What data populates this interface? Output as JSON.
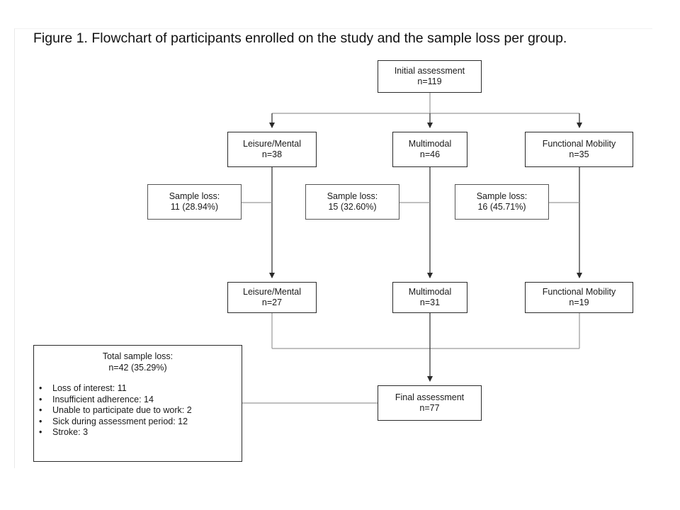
{
  "title": "Figure 1. Flowchart of participants enrolled on the study and the sample loss per group.",
  "initial": {
    "label": "Initial assessment",
    "n": "n=119"
  },
  "groups_initial": [
    {
      "label": "Leisure/Mental",
      "n": "n=38"
    },
    {
      "label": "Multimodal",
      "n": "n=46"
    },
    {
      "label": "Functional Mobility",
      "n": "n=35"
    }
  ],
  "sample_loss": [
    {
      "label": "Sample loss:",
      "value": "11 (28.94%)"
    },
    {
      "label": "Sample loss:",
      "value": "15 (32.60%)"
    },
    {
      "label": "Sample loss:",
      "value": "16 (45.71%)"
    }
  ],
  "groups_final": [
    {
      "label": "Leisure/Mental",
      "n": "n=27"
    },
    {
      "label": "Multimodal",
      "n": "n=31"
    },
    {
      "label": "Functional Mobility",
      "n": "n=19"
    }
  ],
  "final": {
    "label": "Final assessment",
    "n": "n=77"
  },
  "total_loss": {
    "heading": "Total sample loss:",
    "n": "n=42 (35.29%)",
    "reasons": [
      "Loss of interest: 11",
      "Insufficient adherence: 14",
      "Unable to participate due to work: 2",
      "Sick during assessment period: 12",
      "Stroke: 3"
    ]
  }
}
